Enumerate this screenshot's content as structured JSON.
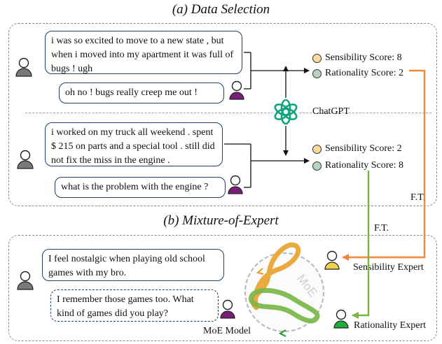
{
  "section_a": {
    "title": "(a) Data Selection",
    "dialog1": {
      "user_text": "i was so excited to move to a new state , but when i moved into my apartment it was full of bugs ! ugh",
      "reply_text": "oh no ! bugs really creep me out !",
      "sensibility_label": "Sensibility Score: 8",
      "rationality_label": "Rationality Score: 2"
    },
    "dialog2": {
      "user_text": "i worked on my truck all weekend . spent $ 215 on parts and a special tool . still did not fix the miss in the engine .",
      "reply_text": "what is the problem with the engine ?",
      "sensibility_label": "Sensibility Score: 2",
      "rationality_label": "Rationality Score: 8"
    },
    "scorer_label": "ChatGPT"
  },
  "section_b": {
    "title": "(b) Mixture-of-Expert",
    "user_text": "I feel nostalgic when playing old school games with my bro.",
    "reply_text": "I remember those games too. What kind of games did you play?",
    "model_label": "MoE Model",
    "moe_label": "MoE",
    "sensibility_expert": "Sensibility Expert",
    "rationality_expert": "Rationality Expert"
  },
  "ft_labels": [
    "F.T.",
    "F.T."
  ],
  "colors": {
    "sensibility": "#fbd99a",
    "rationality": "#b7d3c2",
    "orange_arrow": "#ef8a3c",
    "green_arrow": "#7cb342",
    "user_avatar": "#7a7a7a",
    "bot_avatar": "#7b1e7a",
    "bubble_border": "#1f3f6e",
    "chatgpt": "#10a37f",
    "moe_orange": "#e9a32f",
    "moe_green": "#7ab648"
  }
}
